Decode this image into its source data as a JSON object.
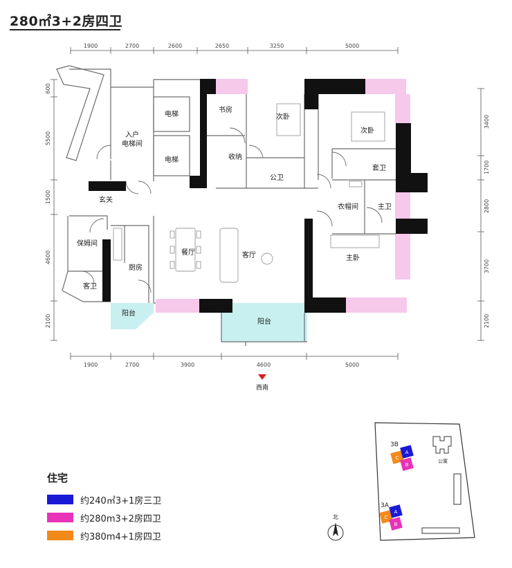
{
  "title": "280㎡3+2房四卫",
  "dims_top": [
    "1900",
    "2700",
    "2600",
    "2650",
    "3250",
    "5000"
  ],
  "dims_bottom": [
    "1900",
    "2700",
    "3900",
    "4600",
    "5000"
  ],
  "dims_left": [
    "600",
    "5500",
    "1500",
    "4600",
    "2100"
  ],
  "dims_right": [
    "3400",
    "1700",
    "2800",
    "3700",
    "2100"
  ],
  "rooms": {
    "elevator_1": "电梯",
    "elevator_2": "电梯",
    "entry_lobby_1": "入户",
    "entry_lobby_2": "电梯间",
    "study": "书房",
    "second_bed_1": "次卧",
    "second_bed_2": "次卧",
    "storage": "收纳",
    "public_bath": "公卫",
    "suite_bath": "套卫",
    "foyer": "玄关",
    "closet": "衣帽间",
    "master_bath": "主卫",
    "maid_room": "保姆间",
    "kitchen": "厨房",
    "dining": "餐厅",
    "living": "客厅",
    "master_bed": "主卧",
    "guest_bath": "客卫",
    "balcony_small": "阳台",
    "balcony_main": "阳台"
  },
  "orientation": "西南",
  "legend": {
    "heading": "住宅",
    "items": [
      {
        "color": "#1a1ad6",
        "label": "约240㎡3+1房三卫"
      },
      {
        "color": "#e832b8",
        "label": "约280m3+2房四卫"
      },
      {
        "color": "#f28a1a",
        "label": "约380m4+1房四卫"
      }
    ]
  },
  "sitemap": {
    "building_3b": "3B",
    "building_3a": "3A",
    "unit_a": "A",
    "unit_b": "B",
    "unit_c": "C",
    "apartment": "公寓",
    "north": "北"
  },
  "colors": {
    "wall": "#111111",
    "window_pink": "#f6c8ea",
    "balcony_cyan": "#c9f0f0",
    "unit_a": "#1a1ad6",
    "unit_b": "#e832b8",
    "unit_c": "#f28a1a",
    "arrow": "#d32020"
  }
}
